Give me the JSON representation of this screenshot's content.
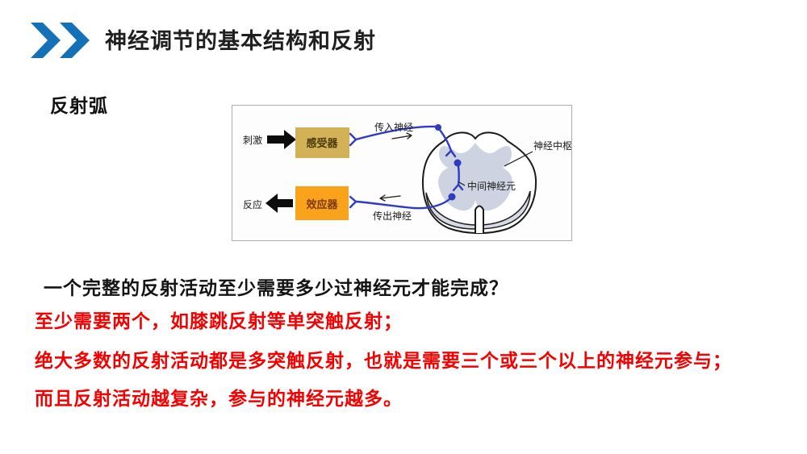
{
  "header": {
    "title": "神经调节的基本结构和反射",
    "accent_color": "#1471b8",
    "icon": "double-chevron-right"
  },
  "section_label": "反射弧",
  "diagram": {
    "stimulus_label": "刺激",
    "receptor_label": "感受器",
    "afferent_label": "传入神经",
    "nerve_center_label": "神经中枢",
    "interneuron_label": "中间神经元",
    "efferent_label": "传出神经",
    "effector_label": "效应器",
    "response_label": "反应",
    "receptor_color": "#d2b157",
    "effector_color": "#f9a21c",
    "receptor_text_color": "#4a3a08",
    "effector_text_color": "#7c3a00",
    "nerve_color": "#2e3cc2",
    "gray_matter_color": "#cdd3e0",
    "band_color": "#d6dae4"
  },
  "question": "一个完整的反射活动至少需要多少过神经元才能完成？",
  "answers": [
    {
      "text": "至少需要两个，如膝跳反射等单突触反射；"
    },
    {
      "text": "绝大多数的反射活动都是多突触反射，也就是需要三个或三个以上的神经元参与；"
    },
    {
      "text": "而且反射活动越复杂，参与的神经元越多。"
    }
  ],
  "colors": {
    "answer_text": "#f40000",
    "body_text": "#141414"
  }
}
